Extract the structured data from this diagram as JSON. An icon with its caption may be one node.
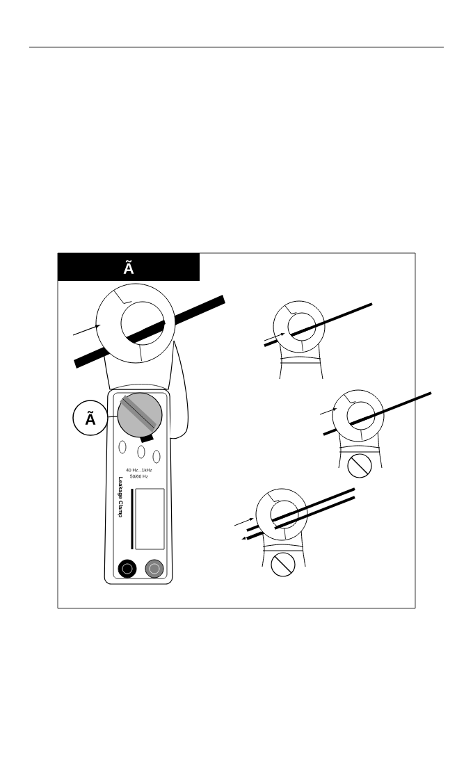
{
  "diagram": {
    "nodes": [
      {
        "text": [
          "Ã"
        ]
      },
      {
        "text": [
          "Ã"
        ]
      },
      {
        "text": [],
        "shape": "circle"
      }
    ],
    "edges": [
      {
        "from": 1,
        "to": 2,
        "arrow": "none"
      }
    ],
    "labels": [
      "40 Hz...1kHz",
      "50/60 Hz",
      "Leakage Clamp"
    ]
  }
}
